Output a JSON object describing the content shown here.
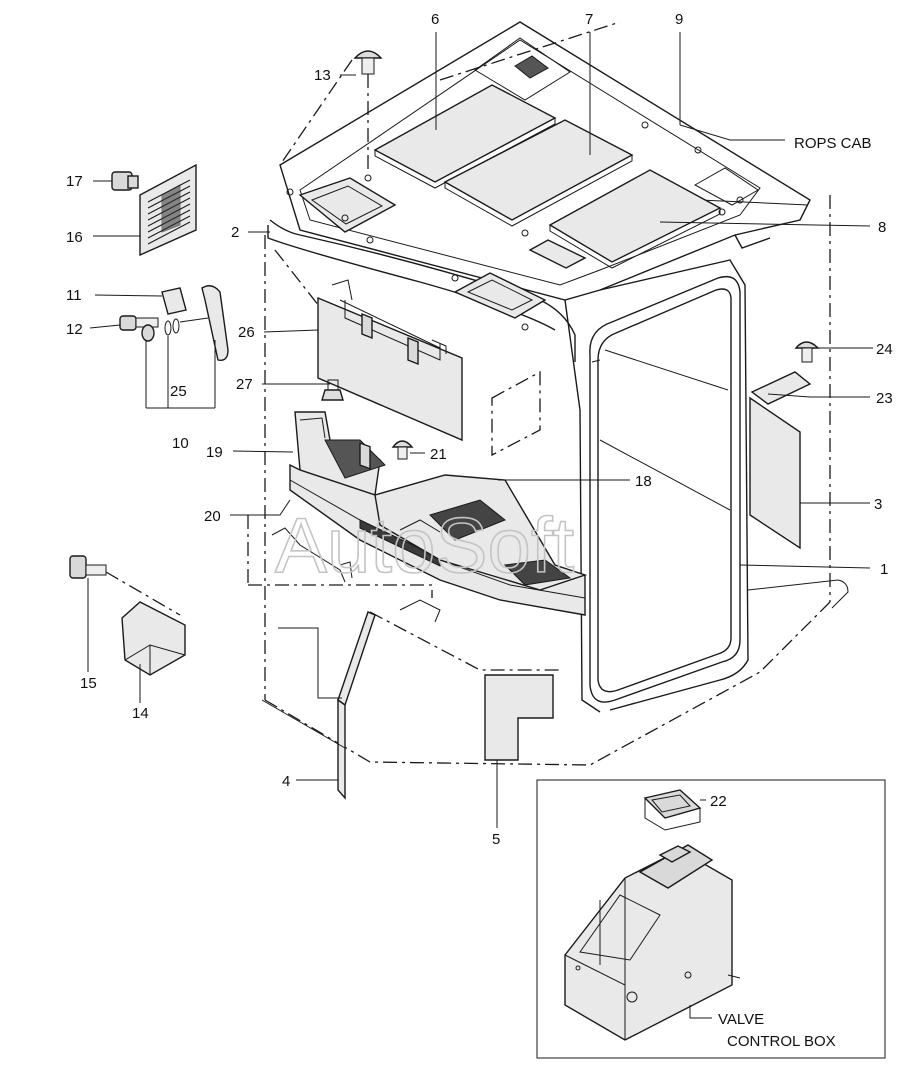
{
  "watermark": "AutoSoft",
  "labels": {
    "rops_cab": "ROPS CAB",
    "valve_control_box_line1": "VALVE",
    "valve_control_box_line2": "CONTROL BOX"
  },
  "callouts": [
    "1",
    "2",
    "3",
    "4",
    "5",
    "6",
    "7",
    "8",
    "9",
    "10",
    "11",
    "12",
    "13",
    "14",
    "15",
    "16",
    "17",
    "18",
    "19",
    "20",
    "21",
    "22",
    "23",
    "24",
    "25",
    "26",
    "27"
  ]
}
